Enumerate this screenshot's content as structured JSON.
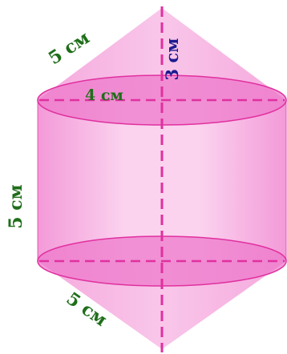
{
  "labels": {
    "cone_top_slant": "5 см",
    "cone_top_height": "3 см",
    "radius": "4 см",
    "cylinder_height": "5 см",
    "cone_bottom_slant": "5 см"
  },
  "colors": {
    "fill_light": "#f8bfe6",
    "fill_mid": "#f5a3da",
    "fill_ellipse": "#ee72c8",
    "edge": "#e0309f",
    "axis": "#e0309f",
    "label_green": "#1f6e1a",
    "label_blue": "#1d1a8f"
  }
}
